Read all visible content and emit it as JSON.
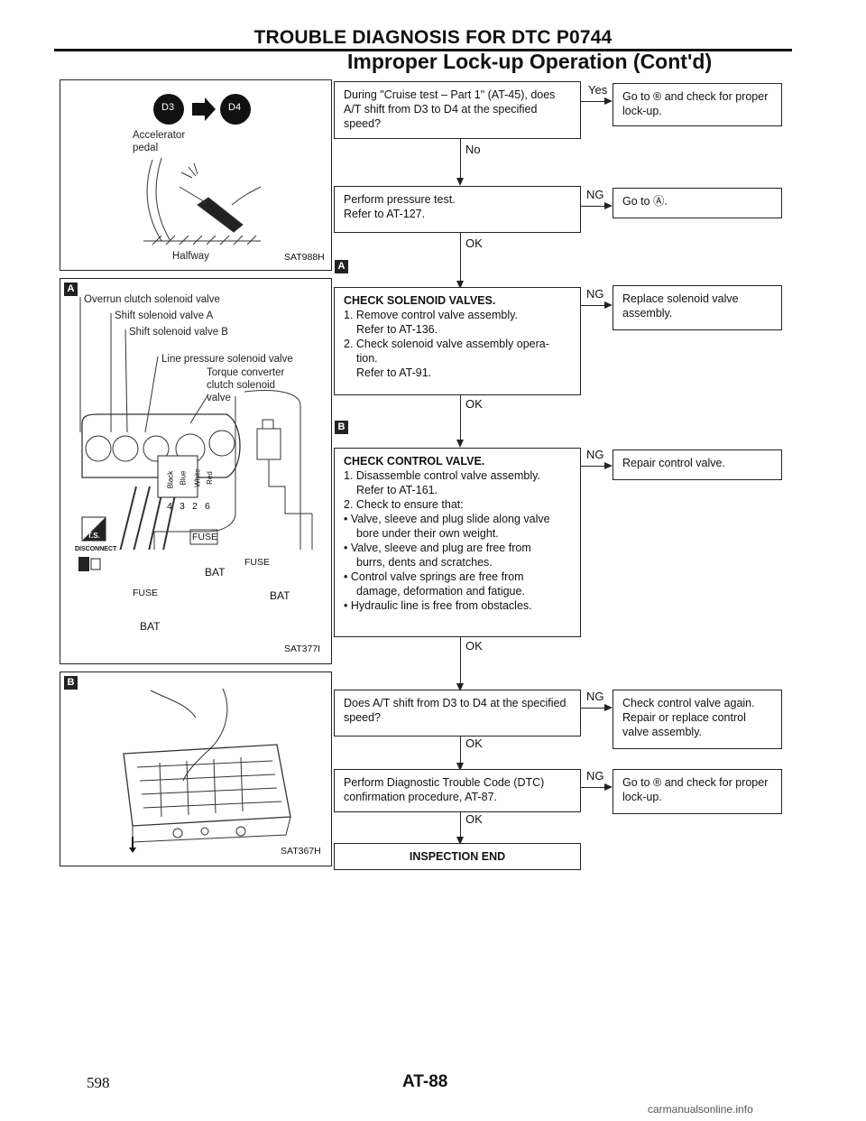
{
  "header": {
    "title": "TROUBLE DIAGNOSIS FOR DTC P0744",
    "subtitle": "Improper Lock-up Operation (Cont'd)"
  },
  "figures": {
    "top": {
      "d3": "D3",
      "d4": "D4",
      "caption1": "Accelerator",
      "caption2": "pedal",
      "position": "Halfway",
      "code": "SAT988H"
    },
    "middle": {
      "badge": "A",
      "labels": [
        "Overrun clutch solenoid valve",
        "Shift solenoid valve A",
        "Shift solenoid valve B",
        "Line pressure solenoid valve",
        "Torque converter",
        "clutch solenoid",
        "valve"
      ],
      "connector_pins": [
        "4",
        "3",
        "2",
        "6"
      ],
      "wire_colors": [
        "Black",
        "Blue",
        "White",
        "Red"
      ],
      "fuse": "FUSE",
      "bat": "BAT",
      "ts": "T.S.",
      "disconnect": "DISCONNECT",
      "code": "SAT377I"
    },
    "bottom": {
      "badge": "B",
      "code": "SAT367H"
    }
  },
  "flow": {
    "step1": {
      "text": "During \"Cruise test – Part 1\" (AT-45), does A/T shift from D3 to D4 at the specified speed?",
      "yes": "Yes",
      "yes_result": "Go to ® and check for proper lock-up.",
      "no": "No"
    },
    "step2": {
      "text1": "Perform pressure test.",
      "text2": "Refer to AT-127.",
      "ng": "NG",
      "ng_result": "Go to Ⓐ.",
      "ok": "OK"
    },
    "step3": {
      "badge": "A",
      "heading": "CHECK SOLENOID VALVES.",
      "line1": "1. Remove control valve assembly.",
      "line2": "Refer to AT-136.",
      "line3": "2. Check solenoid valve assembly opera-",
      "line4": "tion.",
      "line5": "Refer to AT-91.",
      "ng": "NG",
      "ng_result": "Replace solenoid valve assembly.",
      "ok": "OK"
    },
    "step4": {
      "badge": "B",
      "heading": "CHECK CONTROL VALVE.",
      "line1": "1. Disassemble control valve assembly.",
      "line2": "Refer to AT-161.",
      "line3": "2. Check to ensure that:",
      "line4": "• Valve, sleeve and plug slide along valve",
      "line5": "bore under their own weight.",
      "line6": "• Valve, sleeve and plug are free from",
      "line7": "burrs, dents and scratches.",
      "line8": "• Control valve springs are free from",
      "line9": "damage, deformation and fatigue.",
      "line10": "• Hydraulic line is free from obstacles.",
      "ng": "NG",
      "ng_result": "Repair control valve.",
      "ok": "OK"
    },
    "step5": {
      "text": "Does A/T shift from D3 to D4 at the specified speed?",
      "ng": "NG",
      "ng_result": "Check control valve again. Repair or replace control valve assembly.",
      "ok": "OK"
    },
    "step6": {
      "text": "Perform Diagnostic Trouble Code (DTC) confirmation procedure, AT-87.",
      "ng": "NG",
      "ng_result": "Go to ® and check for proper lock-up.",
      "ok": "OK"
    },
    "end": "INSPECTION END"
  },
  "footer": {
    "page": "AT-88",
    "left_number": "598",
    "watermark": "carmanualsonline.info"
  }
}
